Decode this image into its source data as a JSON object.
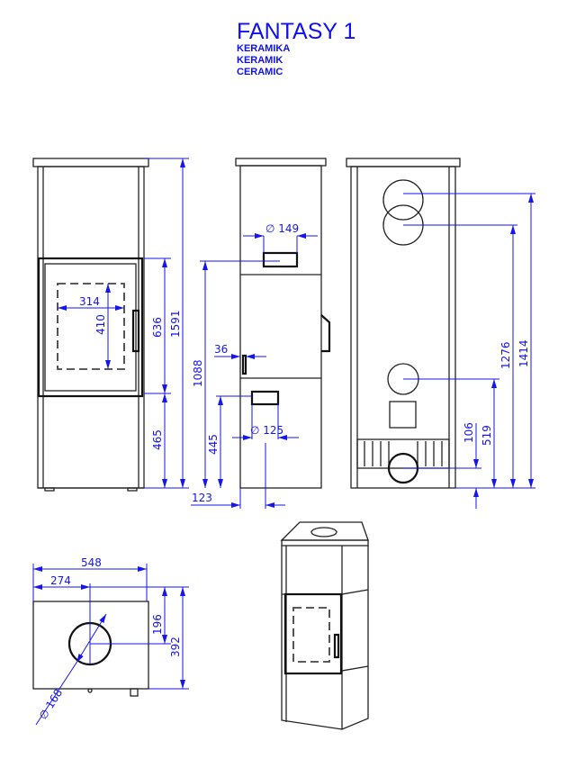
{
  "title": {
    "model": "FANTASY 1",
    "lines": [
      "KERAMIKA",
      "KERAMIK",
      "CERAMIC"
    ]
  },
  "dimensions": {
    "front": {
      "height_total": "1591",
      "door_height": "636",
      "door_bottom": "465",
      "window_width": "314",
      "window_height": "410"
    },
    "side": {
      "top_flue_diameter": "∅ 149",
      "top_flue_height": "1088",
      "rear_offset": "36",
      "rear_flue_height": "445",
      "rear_flue_diameter": "∅ 125",
      "foot_offset": "123"
    },
    "back": {
      "height_1414": "1414",
      "height_1276": "1276",
      "height_519": "519",
      "height_106": "106"
    },
    "top": {
      "width": "548",
      "flue_center_x": "274",
      "flue_center_y": "196",
      "depth": "392",
      "flue_diameter": "∅ 168"
    }
  }
}
